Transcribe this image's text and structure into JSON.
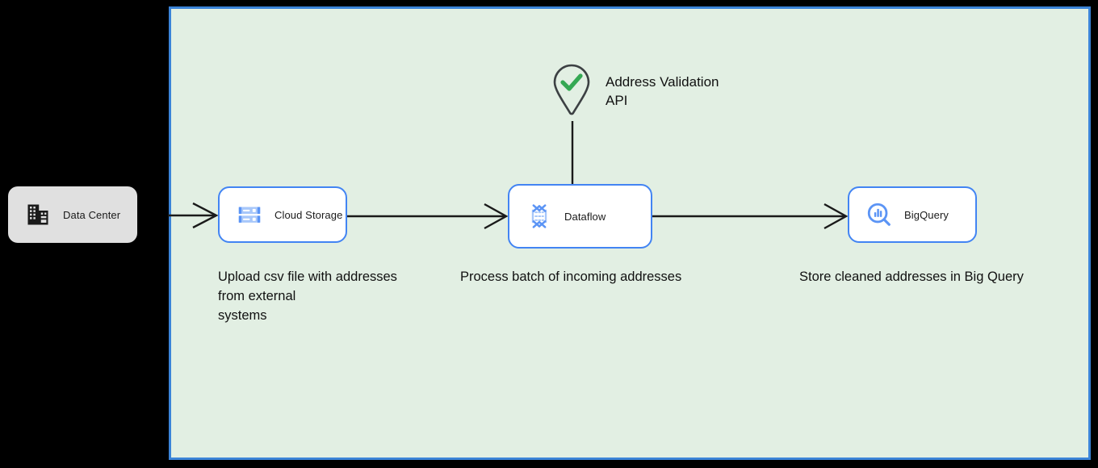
{
  "diagram": {
    "container": {
      "name": "google-cloud-project-boundary",
      "fill": "#e2efe3",
      "border_color": "#3b84d8"
    },
    "nodes": [
      {
        "id": "data-center",
        "label": "Data Center",
        "icon": "data-center-icon",
        "fill": "#e0e0e0",
        "border_color": "none"
      },
      {
        "id": "cloud-storage",
        "label": "Cloud Storage",
        "icon": "cloud-storage-icon",
        "fill": "#ffffff",
        "border_color": "#4284f3"
      },
      {
        "id": "dataflow",
        "label": "Dataflow",
        "icon": "dataflow-icon",
        "fill": "#ffffff",
        "border_color": "#4284f3"
      },
      {
        "id": "bigquery",
        "label": "BigQuery",
        "icon": "bigquery-icon",
        "fill": "#ffffff",
        "border_color": "#4284f3"
      }
    ],
    "external_service": {
      "id": "address-validation-api",
      "label": "Address Validation\nAPI",
      "icon": "map-pin-check-icon",
      "pin_color": "#3c4043",
      "check_color": "#34a853"
    },
    "captions": {
      "upload": "Upload csv file with addresses\nfrom external\nsystems",
      "process": "Process batch of incoming addresses",
      "store": "Store cleaned addresses in Big Query"
    },
    "connectors": [
      {
        "id": "data-center-to-cloud-storage",
        "from": "data-center",
        "to": "cloud-storage",
        "direction": "right"
      },
      {
        "id": "cloud-storage-to-dataflow",
        "from": "cloud-storage",
        "to": "dataflow",
        "direction": "right"
      },
      {
        "id": "address-api-to-dataflow",
        "from": "address-validation-api",
        "to": "dataflow",
        "direction": "down"
      },
      {
        "id": "dataflow-to-bigquery",
        "from": "dataflow",
        "to": "bigquery",
        "direction": "right"
      }
    ]
  }
}
